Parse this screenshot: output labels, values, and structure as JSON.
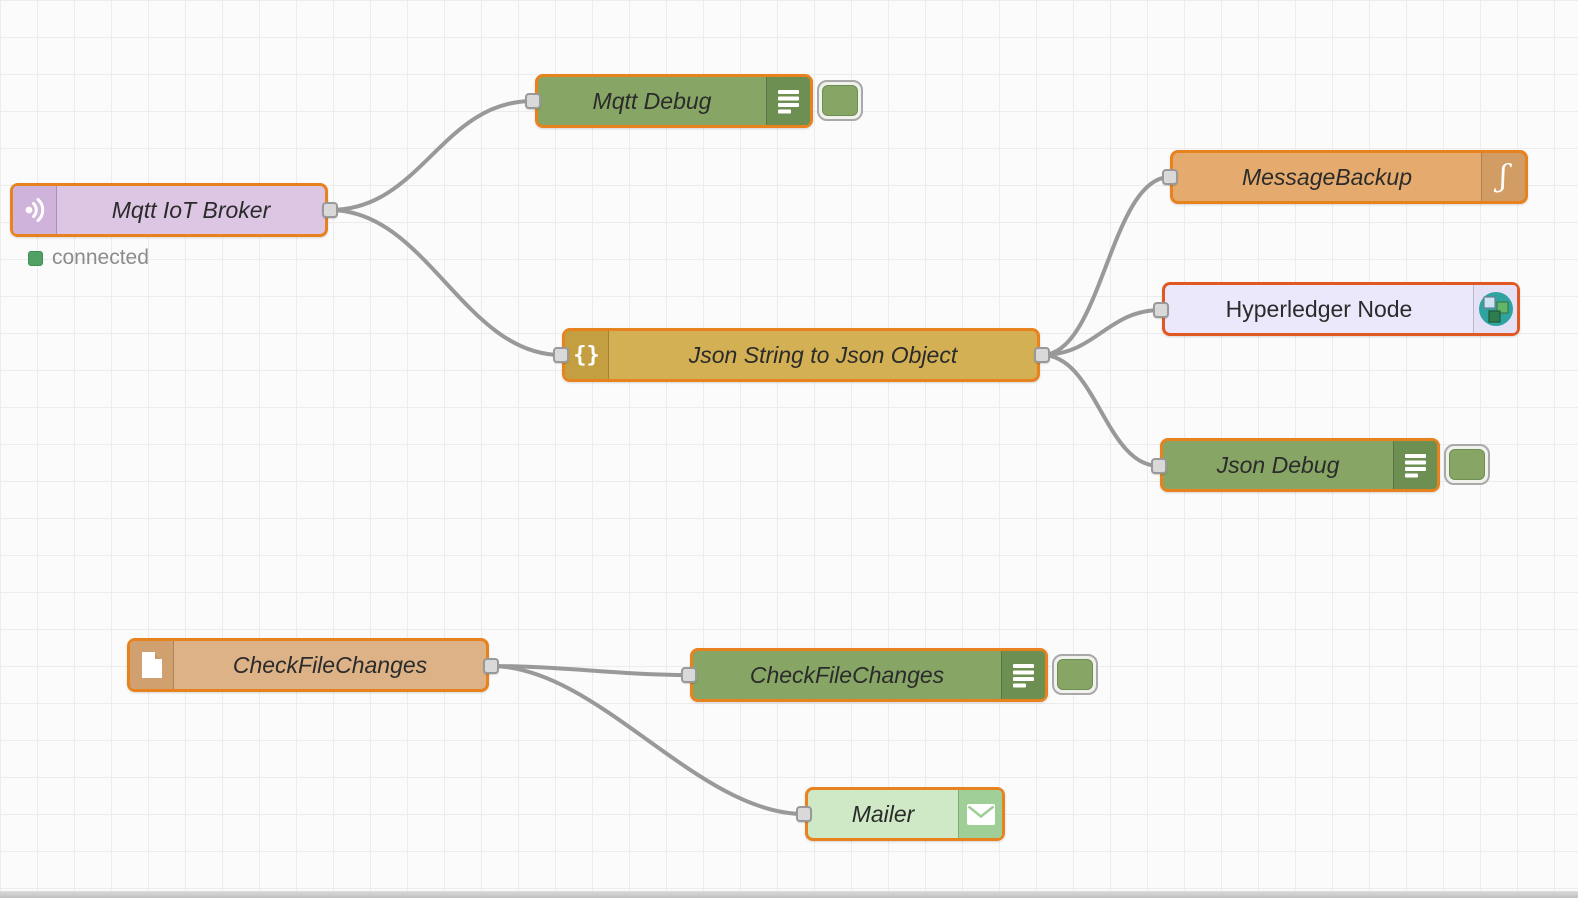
{
  "app": "flow-editor",
  "canvas": {
    "background": "#fbfbfb",
    "grid_color": "#ececec",
    "wire_color": "#999999",
    "port_fill": "#d9d9d9",
    "port_border": "#999999"
  },
  "status": {
    "label": "connected",
    "color": "#53a065"
  },
  "nodes": [
    {
      "label": "Mqtt IoT Broker",
      "type": "mqtt-in",
      "icon": "wifi-icon",
      "body": "#dcc6e4",
      "icon_bg": "#cfb3da",
      "border": "#e8821e"
    },
    {
      "label": "Mqtt Debug",
      "type": "debug",
      "icon": "debug-icon",
      "body": "#87a565",
      "icon_bg": "#6d8f52",
      "border": "#e8821e"
    },
    {
      "label": "Json String to Json Object",
      "type": "json",
      "icon": "braces-icon",
      "body": "#d4b054",
      "icon_bg": "#c39f41",
      "border": "#e8821e"
    },
    {
      "label": "MessageBackup",
      "type": "function",
      "icon": "template-icon",
      "body": "#e4aa6e",
      "icon_bg": "#edc априори",
      "border": "#e8821e"
    },
    {
      "label": "Hyperledger Node",
      "type": "hyperledger",
      "icon": "hyperledger-icon",
      "body": "#ebe8fb",
      "icon_bg": "#e4e1f7",
      "border": "#e25822"
    },
    {
      "label": "Json Debug",
      "type": "debug",
      "icon": "debug-icon",
      "body": "#87a565",
      "icon_bg": "#6d8f52",
      "border": "#e8821e"
    },
    {
      "label": "CheckFileChanges",
      "type": "file-watch",
      "icon": "file-icon",
      "body": "#ddb287",
      "icon_bg": "#d0a06e",
      "border": "#e8821e"
    },
    {
      "label": "CheckFileChanges",
      "type": "debug",
      "icon": "debug-icon",
      "body": "#87a565",
      "icon_bg": "#6d8f52",
      "border": "#e8821e"
    },
    {
      "label": "Mailer",
      "type": "email",
      "icon": "envelope-icon",
      "body": "#cfe9c6",
      "icon_bg": "#9fcf97",
      "border": "#e8821e"
    }
  ],
  "wires": [
    {
      "from": "Mqtt IoT Broker",
      "to": "Mqtt Debug"
    },
    {
      "from": "Mqtt IoT Broker",
      "to": "Json String to Json Object"
    },
    {
      "from": "Json String to Json Object",
      "to": "MessageBackup"
    },
    {
      "from": "Json String to Json Object",
      "to": "Hyperledger Node"
    },
    {
      "from": "Json String to Json Object",
      "to": "Json Debug"
    },
    {
      "from": "CheckFileChanges",
      "to": "CheckFileChanges"
    },
    {
      "from": "CheckFileChanges",
      "to": "Mailer"
    }
  ]
}
